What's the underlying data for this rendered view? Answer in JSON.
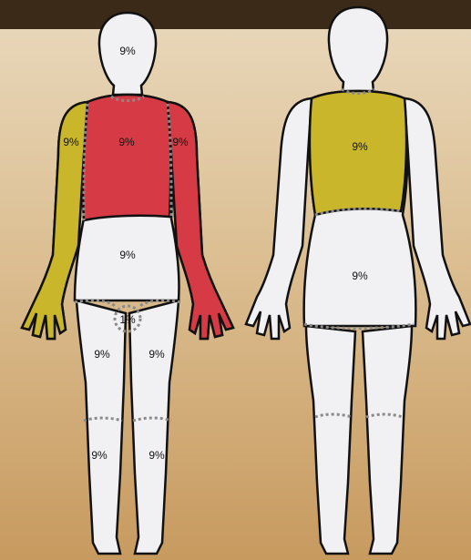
{
  "colors": {
    "background_top": "#e9d9bd",
    "background_bottom": "#c79a5f",
    "top_band": "#3b2a18",
    "body_fill": "#f1f1f3",
    "front_torso_and_right_arm": "#d63a45",
    "front_left_arm_and_back_torso": "#c9b62a",
    "outline": "#111111",
    "divider": "#8a8a8a"
  },
  "front": {
    "head": "9%",
    "left_arm": "9%",
    "chest": "9%",
    "right_arm": "9%",
    "abdomen": "9%",
    "groin": "1%",
    "upper_leg_left": "9%",
    "upper_leg_right": "9%",
    "lower_leg_left": "9%",
    "lower_leg_right": "9%"
  },
  "back": {
    "upper_back": "9%",
    "lower_back": "9%"
  }
}
